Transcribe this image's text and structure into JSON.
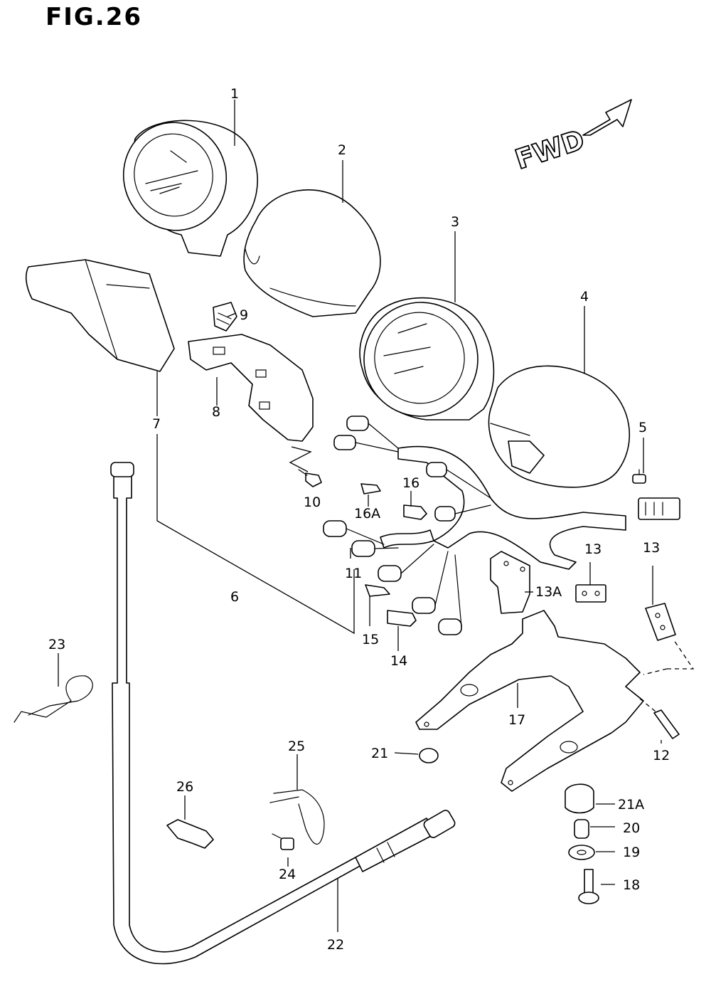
{
  "figure": {
    "title": "FIG.26"
  },
  "direction": {
    "label": "FWD"
  },
  "callouts": [
    {
      "id": "c1",
      "text": "1"
    },
    {
      "id": "c2",
      "text": "2"
    },
    {
      "id": "c3",
      "text": "3"
    },
    {
      "id": "c4",
      "text": "4"
    },
    {
      "id": "c5",
      "text": "5"
    },
    {
      "id": "c6",
      "text": "6"
    },
    {
      "id": "c7",
      "text": "7"
    },
    {
      "id": "c8",
      "text": "8"
    },
    {
      "id": "c9",
      "text": "9"
    },
    {
      "id": "c10",
      "text": "10"
    },
    {
      "id": "c11",
      "text": "11"
    },
    {
      "id": "c12",
      "text": "12"
    },
    {
      "id": "c13a",
      "text": "13"
    },
    {
      "id": "c13b",
      "text": "13"
    },
    {
      "id": "c13A",
      "text": "13A"
    },
    {
      "id": "c14",
      "text": "14"
    },
    {
      "id": "c15",
      "text": "15"
    },
    {
      "id": "c16",
      "text": "16"
    },
    {
      "id": "c16A",
      "text": "16A"
    },
    {
      "id": "c17",
      "text": "17"
    },
    {
      "id": "c18",
      "text": "18"
    },
    {
      "id": "c19",
      "text": "19"
    },
    {
      "id": "c20",
      "text": "20"
    },
    {
      "id": "c21",
      "text": "21"
    },
    {
      "id": "c21A",
      "text": "21A"
    },
    {
      "id": "c22",
      "text": "22"
    },
    {
      "id": "c23",
      "text": "23"
    },
    {
      "id": "c24",
      "text": "24"
    },
    {
      "id": "c25",
      "text": "25"
    },
    {
      "id": "c26",
      "text": "26"
    }
  ]
}
